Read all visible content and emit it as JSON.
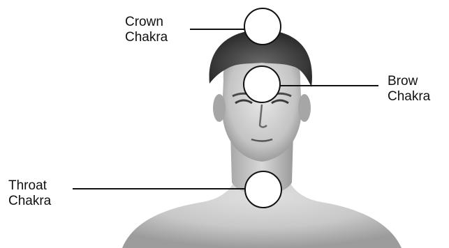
{
  "chakras": [
    {
      "id": "crown",
      "line1": "Crown",
      "line2": "Chakra"
    },
    {
      "id": "brow",
      "line1": "Brow",
      "line2": "Chakra"
    },
    {
      "id": "throat",
      "line1": "Throat",
      "line2": "Chakra"
    }
  ],
  "colors": {
    "ink": "#111111",
    "chakra_fill": "#ffffff",
    "skin_light": "#dcdcdc",
    "skin_shadow": "#8c8c8c",
    "hair": "#2f2f2f"
  }
}
